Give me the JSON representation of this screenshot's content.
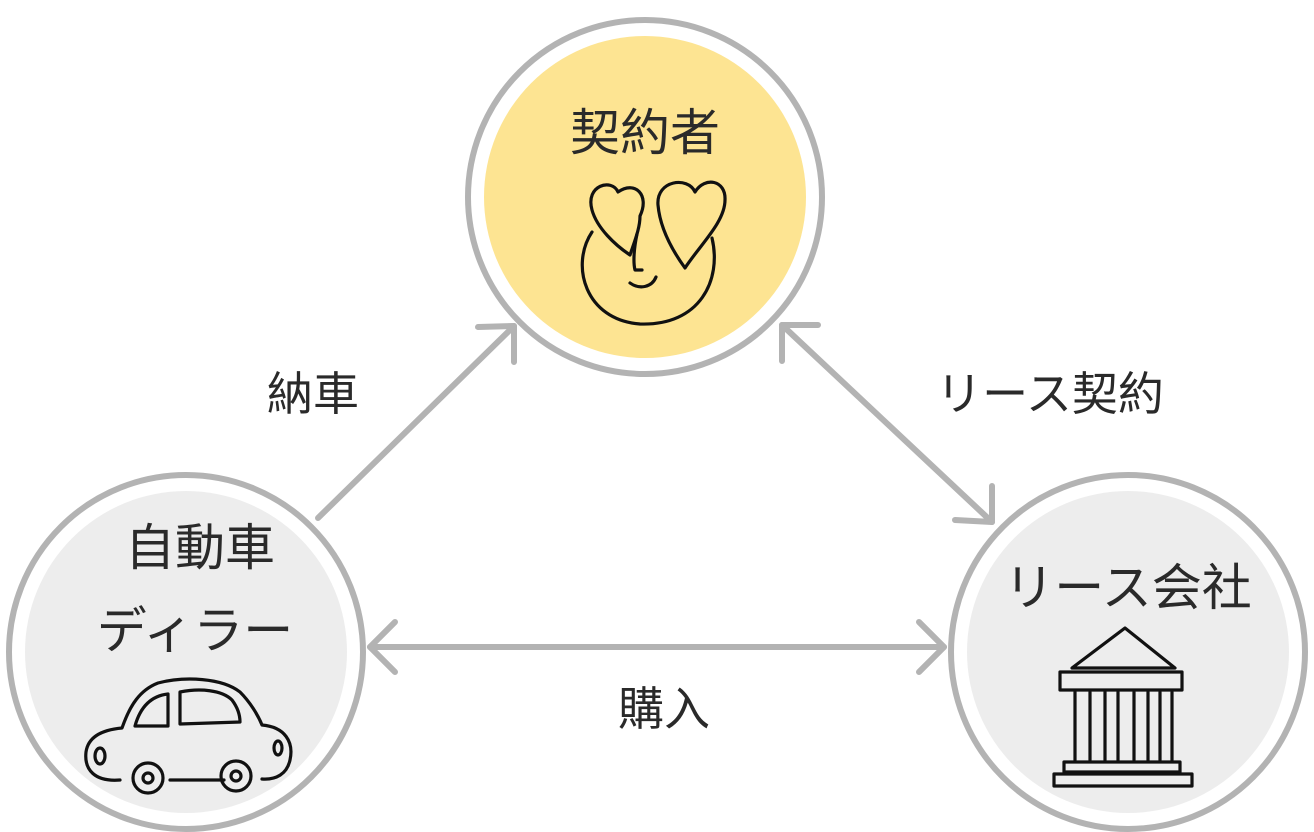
{
  "nodes": {
    "contractor": {
      "label": "契約者",
      "fill": "#FDE492",
      "icon": "heart-eyes-face-icon"
    },
    "dealer": {
      "label_line1": "自動車",
      "label_line2": "ディラー",
      "fill": "#EDEDED",
      "icon": "car-icon"
    },
    "lease_company": {
      "label": "リース会社",
      "fill": "#EDEDED",
      "icon": "bank-building-icon"
    }
  },
  "edges": {
    "delivery": {
      "label": "納車",
      "direction": "dealer-to-contractor"
    },
    "lease_contract": {
      "label": "リース契約",
      "direction": "bidirectional"
    },
    "purchase": {
      "label": "購入",
      "direction": "bidirectional"
    }
  },
  "colors": {
    "ring": "#B3B3B3",
    "arrow": "#B3B3B3",
    "text": "#2A2A2A"
  }
}
